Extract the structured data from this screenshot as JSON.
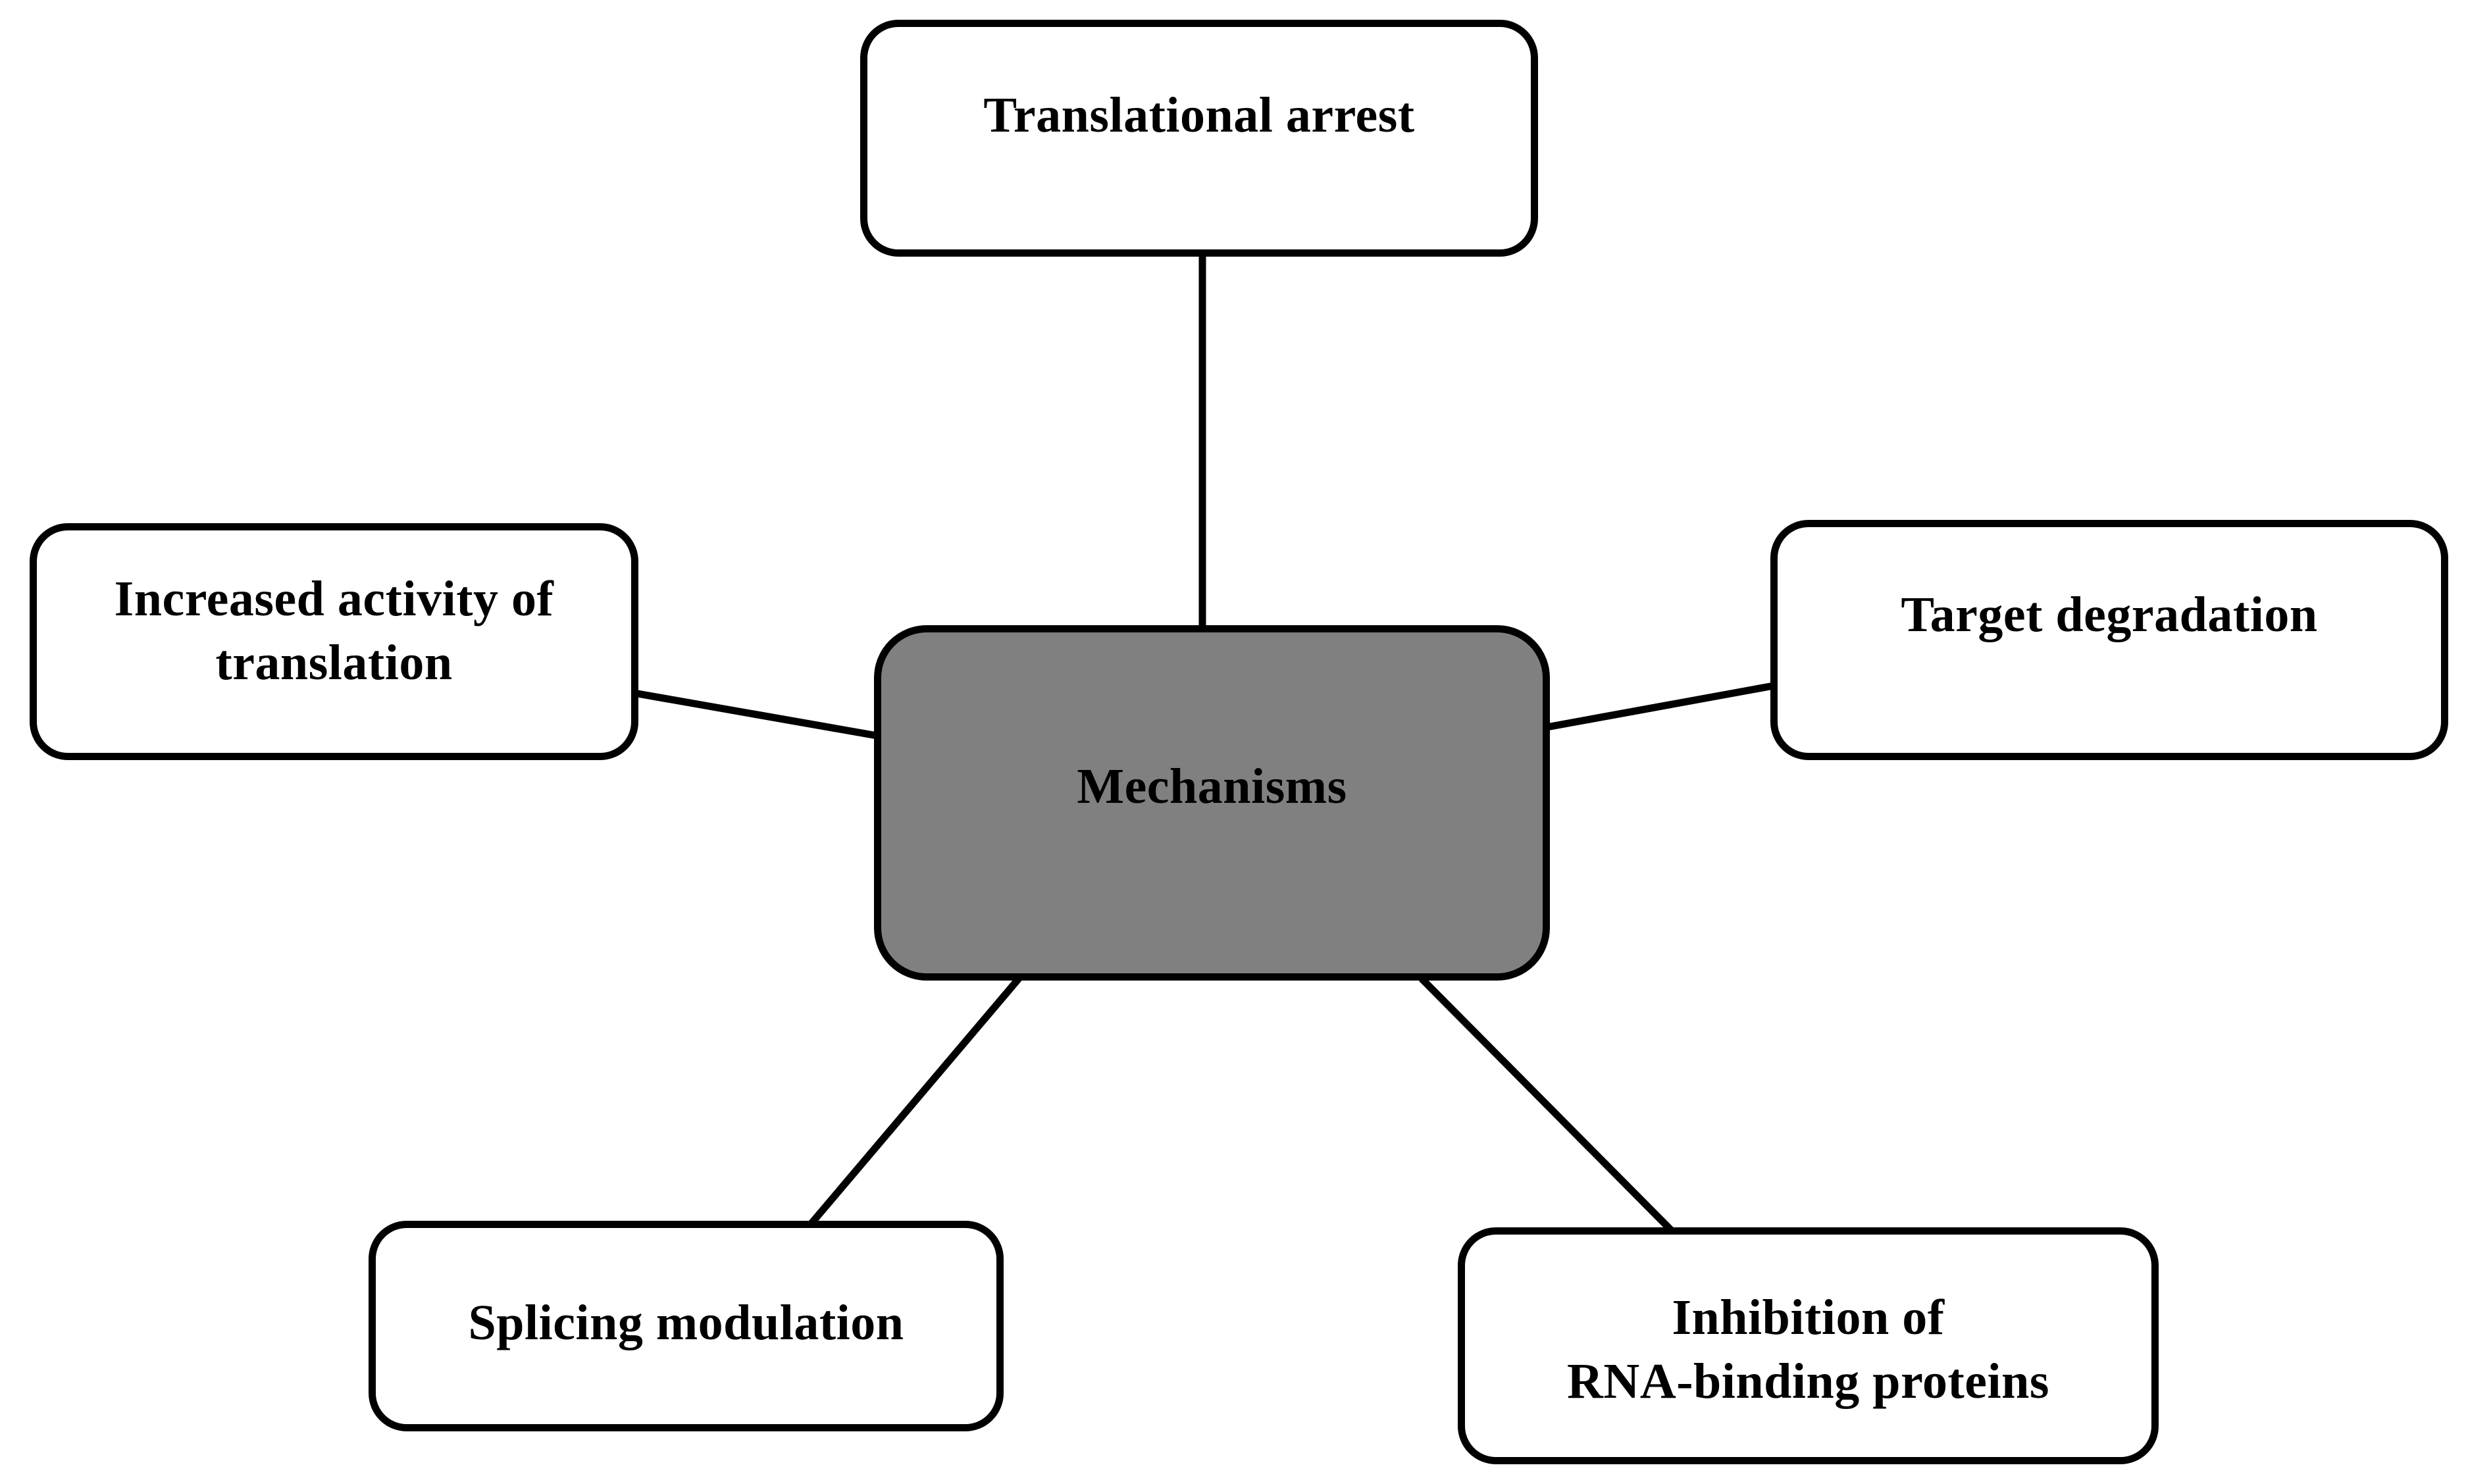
{
  "diagram": {
    "type": "hub-and-spoke",
    "center": {
      "id": "mechanisms",
      "label": "Mechanisms",
      "fill_color": "#808080",
      "border_color": "#000000"
    },
    "nodes": [
      {
        "id": "translational-arrest",
        "label": "Translational arrest",
        "position": "top",
        "fill_color": "#ffffff",
        "border_color": "#000000"
      },
      {
        "id": "increased-activity-of-translation",
        "label": "Increased activity of\ntranslation",
        "position": "left",
        "fill_color": "#ffffff",
        "border_color": "#000000"
      },
      {
        "id": "target-degradation",
        "label": "Target degradation",
        "position": "right",
        "fill_color": "#ffffff",
        "border_color": "#000000"
      },
      {
        "id": "splicing-modulation",
        "label": "Splicing modulation",
        "position": "bottom-left",
        "fill_color": "#ffffff",
        "border_color": "#000000"
      },
      {
        "id": "inhibition-of-rna-binding-proteins",
        "label": "Inhibition of\nRNA-binding proteins",
        "position": "bottom-right",
        "fill_color": "#ffffff",
        "border_color": "#000000"
      }
    ],
    "connectors": [
      {
        "from": "mechanisms",
        "to": "translational-arrest",
        "style": "straight-line"
      },
      {
        "from": "mechanisms",
        "to": "increased-activity-of-translation",
        "style": "straight-line"
      },
      {
        "from": "mechanisms",
        "to": "target-degradation",
        "style": "straight-line"
      },
      {
        "from": "mechanisms",
        "to": "splicing-modulation",
        "style": "straight-line"
      },
      {
        "from": "mechanisms",
        "to": "inhibition-of-rna-binding-proteins",
        "style": "straight-line"
      }
    ],
    "line_color": "#000000",
    "background_color": "#ffffff"
  }
}
